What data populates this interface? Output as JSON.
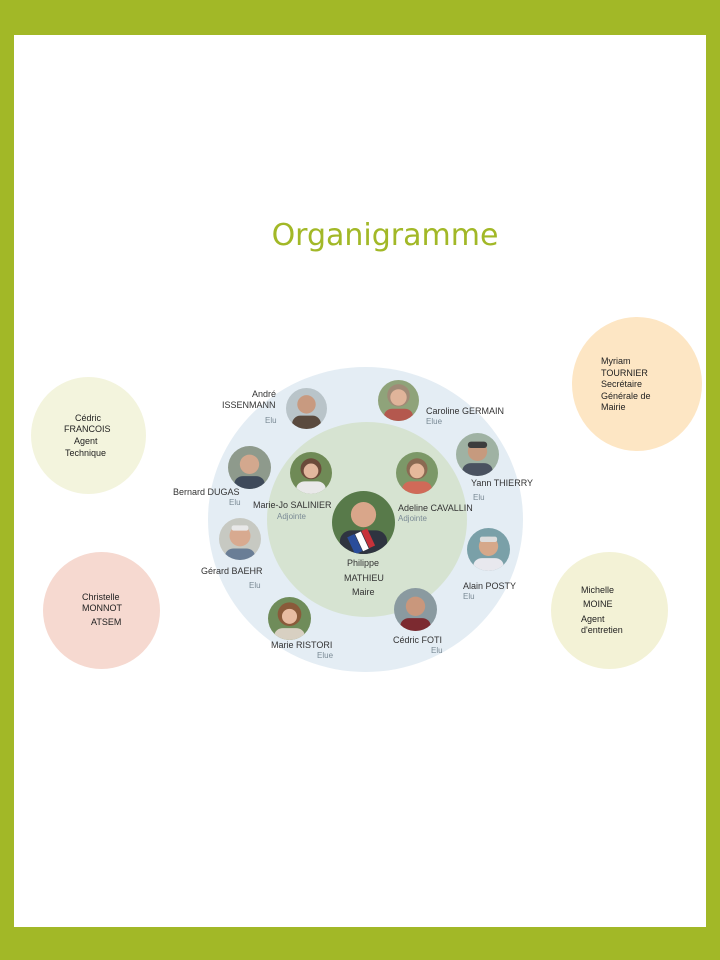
{
  "title": "Organigramme",
  "maire": {
    "first": "Philippe",
    "last": "MATHIEU",
    "role": "Maire"
  },
  "adjoints": [
    {
      "name": "Marie-Jo SALINIER",
      "role": "Adjointe"
    },
    {
      "name": "Adeline CAVALLIN",
      "role": "Adjointe"
    }
  ],
  "elus": [
    {
      "first": "André",
      "last": "ISSENMANN",
      "role": "Elu"
    },
    {
      "name": "Caroline GERMAIN",
      "role": "Elue"
    },
    {
      "name": "Yann THIERRY",
      "role": "Elu"
    },
    {
      "name": "Bernard DUGAS",
      "role": "Elu"
    },
    {
      "name": "Gérard BAEHR",
      "role": "Elu"
    },
    {
      "name": "Alain POSTY",
      "role": "Elu"
    },
    {
      "name": "Marie RISTORI",
      "role": "Elue"
    },
    {
      "name": "Cédric FOTI",
      "role": "Elu"
    }
  ],
  "staff": {
    "cedric": [
      "Cédric",
      "FRANCOIS",
      "Agent",
      "Technique"
    ],
    "christelle": [
      "Christelle",
      "MONNOT",
      "ATSEM"
    ],
    "myriam": [
      "Myriam",
      "TOURNIER",
      "Secrétaire",
      "Générale de",
      "Mairie"
    ],
    "michelle": [
      "Michelle",
      "MOINE",
      "Agent",
      "d'entretien"
    ]
  },
  "colors": {
    "accent": "#a2b827",
    "outer_ring": "#e4edf4",
    "inner_ring": "#d6e3d1"
  }
}
